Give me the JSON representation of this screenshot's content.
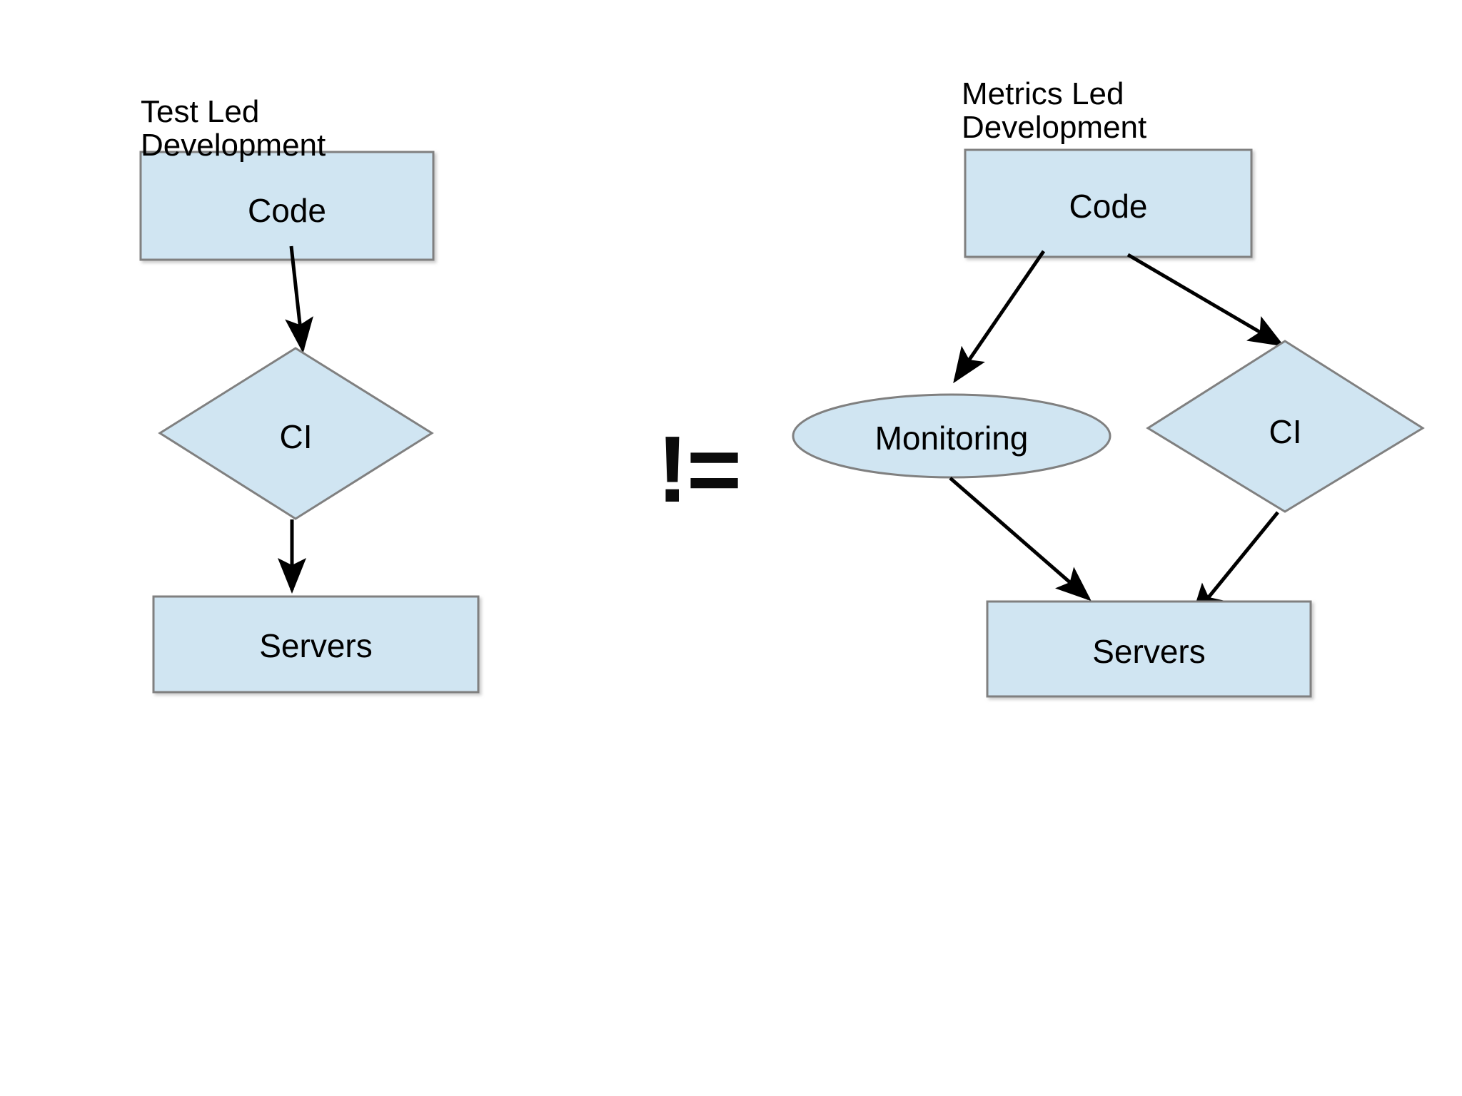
{
  "diagram": {
    "type": "flowchart-comparison",
    "background_color": "#ffffff",
    "node_fill_color": "#d0e5f2",
    "node_border_color": "#808080",
    "arrow_color": "#000000",
    "text_color": "#000000",
    "operator": "!=",
    "left_flow": {
      "title": "Test Led\nDevelopment",
      "title_line1": "Test Led",
      "title_line2": "Development",
      "nodes": [
        {
          "id": "code",
          "label": "Code",
          "shape": "rectangle"
        },
        {
          "id": "ci",
          "label": "CI",
          "shape": "diamond"
        },
        {
          "id": "servers",
          "label": "Servers",
          "shape": "rectangle"
        }
      ],
      "edges": [
        {
          "from": "code",
          "to": "ci"
        },
        {
          "from": "ci",
          "to": "servers"
        }
      ]
    },
    "right_flow": {
      "title": "Metrics Led\nDevelopment",
      "title_line1": "Metrics Led",
      "title_line2": "Development",
      "nodes": [
        {
          "id": "code",
          "label": "Code",
          "shape": "rectangle"
        },
        {
          "id": "monitoring",
          "label": "Monitoring",
          "shape": "ellipse"
        },
        {
          "id": "ci",
          "label": "CI",
          "shape": "diamond"
        },
        {
          "id": "servers",
          "label": "Servers",
          "shape": "rectangle"
        }
      ],
      "edges": [
        {
          "from": "code",
          "to": "monitoring"
        },
        {
          "from": "code",
          "to": "ci"
        },
        {
          "from": "monitoring",
          "to": "servers"
        },
        {
          "from": "ci",
          "to": "servers"
        }
      ]
    }
  }
}
